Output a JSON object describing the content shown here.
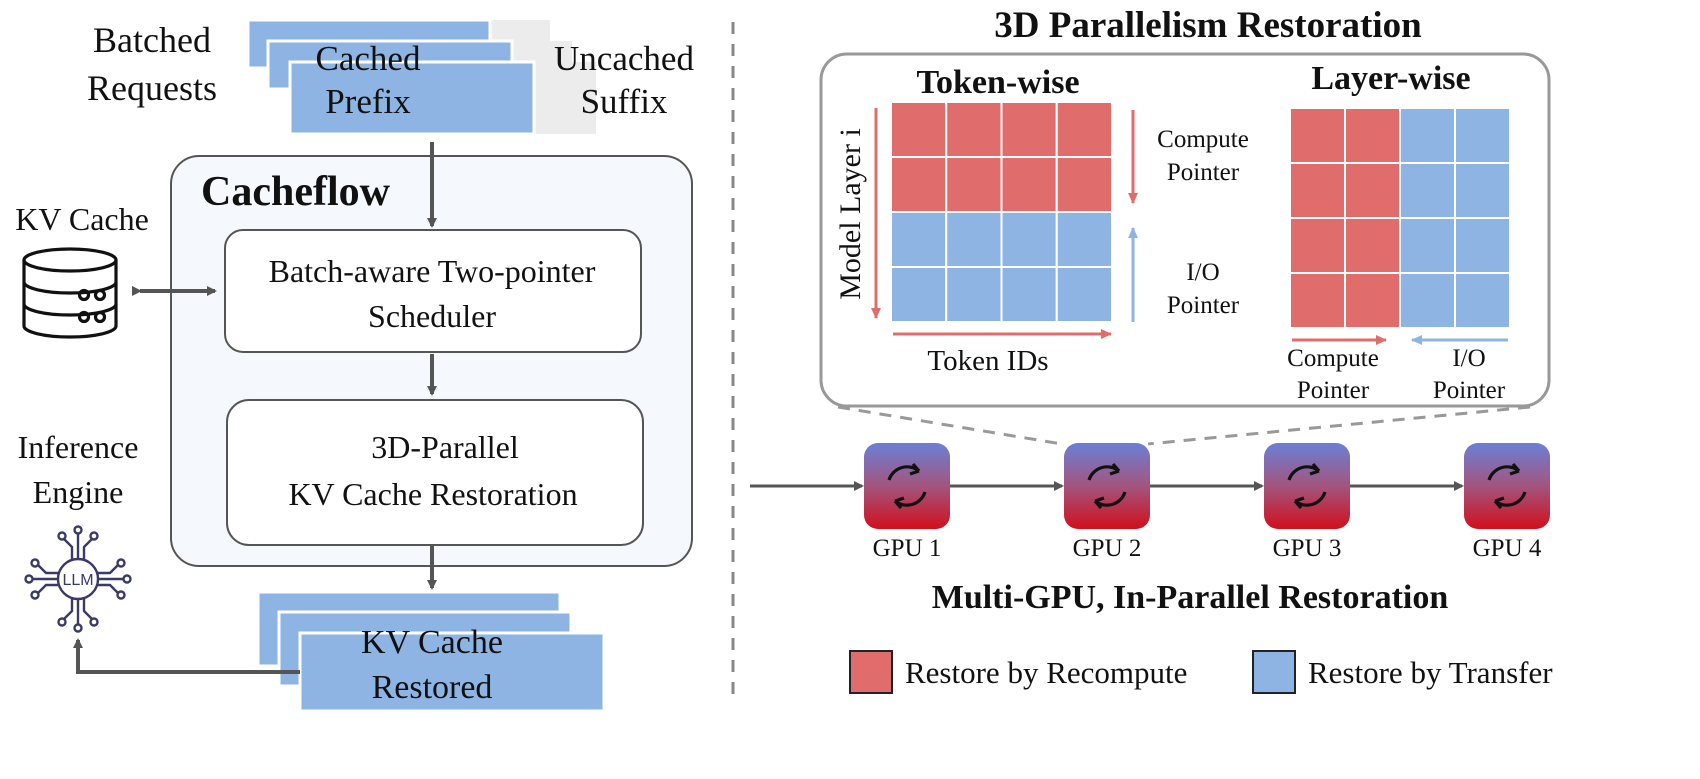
{
  "left": {
    "batched_requests": [
      "Batched",
      "Requests"
    ],
    "cached_prefix": [
      "Cached",
      "Prefix"
    ],
    "uncached_suffix": [
      "Uncached",
      "Suffix"
    ],
    "kv_cache_label": "KV Cache",
    "cacheflow_title": "Cacheflow",
    "scheduler_box": [
      "Batch-aware Two-pointer",
      "Scheduler"
    ],
    "restoration_box": [
      "3D-Parallel",
      "KV Cache Restoration"
    ],
    "inference_engine": [
      "Inference",
      "Engine"
    ],
    "llm_icon_label": "LLM",
    "kv_cache_restored": [
      "KV Cache",
      "Restored"
    ]
  },
  "right": {
    "title": "3D Parallelism Restoration",
    "token_wise": {
      "title": "Token-wise",
      "y_axis_label": "Model Layer i",
      "x_axis_label": "Token IDs",
      "compute_pointer": [
        "Compute",
        "Pointer"
      ],
      "io_pointer": [
        "I/O",
        "Pointer"
      ],
      "rows": 4,
      "cols": 4,
      "recompute_rows": 2
    },
    "layer_wise": {
      "title": "Layer-wise",
      "compute_pointer": [
        "Compute",
        "Pointer"
      ],
      "io_pointer": [
        "I/O",
        "Pointer"
      ],
      "rows": 4,
      "cols": 4,
      "recompute_cols": 2
    },
    "gpus": [
      "GPU 1",
      "GPU 2",
      "GPU 3",
      "GPU 4"
    ],
    "multi_gpu_title": "Multi-GPU, In-Parallel Restoration",
    "legend": {
      "recompute": "Restore by Recompute",
      "transfer": "Restore by Transfer"
    }
  },
  "colors": {
    "recompute_red": "#e06c6c",
    "transfer_blue": "#8eb4e3",
    "uncached_gray": "#ececec",
    "panel_fill": "#f5f8fd",
    "arrow_gray": "#555555",
    "gpu_top": "#6b7fd6",
    "gpu_bottom": "#d10f1b"
  },
  "icons": {
    "database": "database-icon",
    "llm": "llm-chip-icon",
    "gpu_sync": "sync-arrows-icon"
  }
}
